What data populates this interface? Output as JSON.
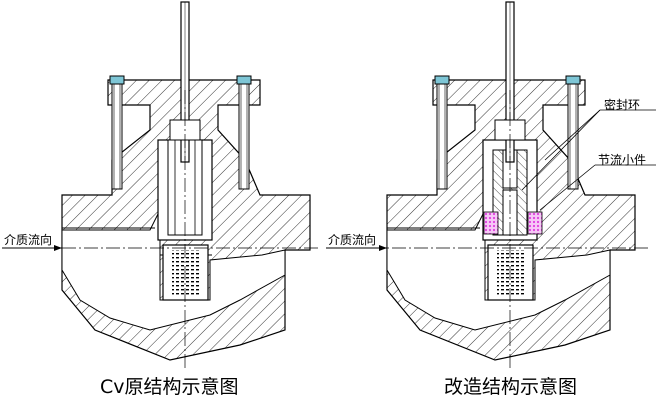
{
  "left_diagram": {
    "caption": "Cv原结构示意图",
    "flow_label": "介质流向"
  },
  "right_diagram": {
    "caption": "改造结构示意图",
    "flow_label": "介质流向",
    "callouts": {
      "seal_ring": "密封环",
      "throttle_part": "节流小件"
    }
  },
  "colors": {
    "line": "#000000",
    "bolt_head": "#7ec6d6",
    "seal_ring": "#e040e0",
    "background": "#ffffff"
  }
}
